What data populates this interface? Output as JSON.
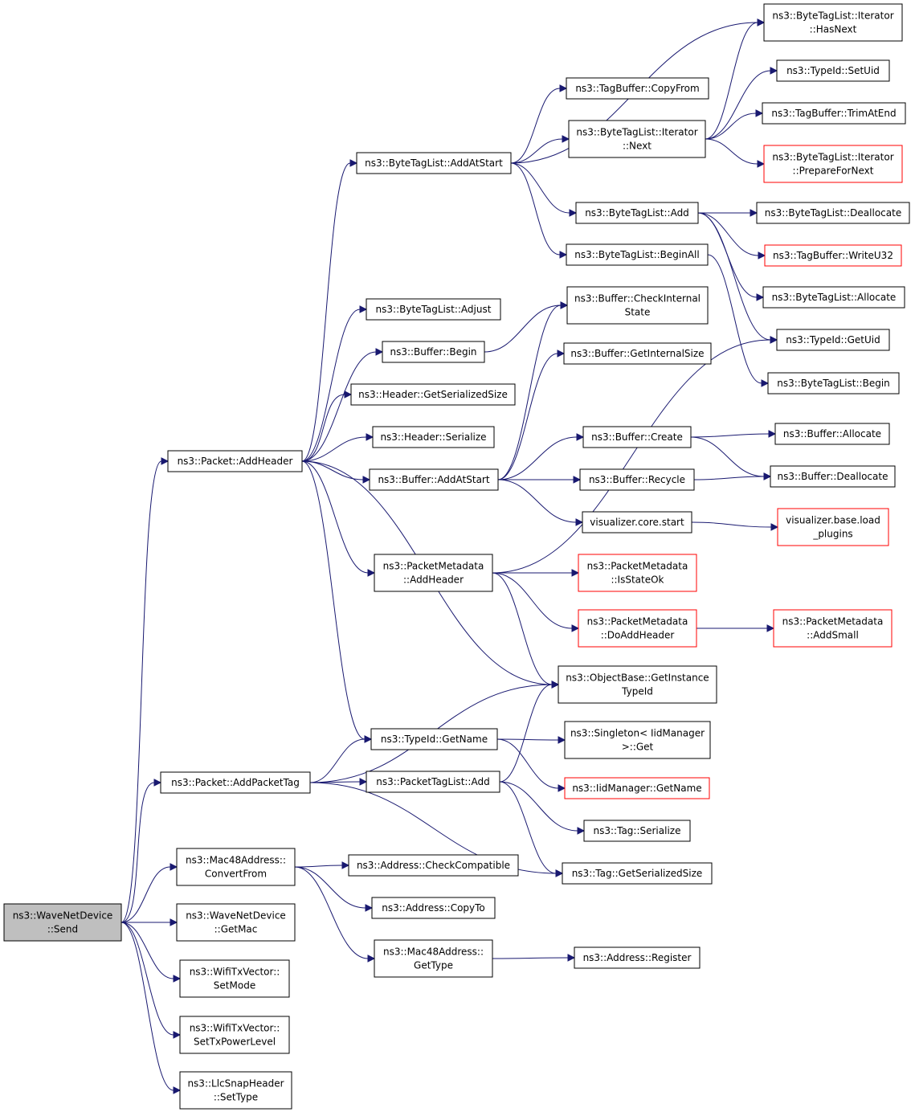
{
  "colors": {
    "edge": "#191970",
    "node_border": "#000000",
    "truncated_node_border": "#ff0000",
    "root_fill": "#bfbfbf"
  },
  "nodes": [
    {
      "id": "send",
      "lines": [
        "ns3::WaveNetDevice",
        "::Send"
      ],
      "style": "root"
    },
    {
      "id": "addheader",
      "lines": [
        "ns3::Packet::AddHeader"
      ],
      "style": "normal"
    },
    {
      "id": "addpackettag",
      "lines": [
        "ns3::Packet::AddPacketTag"
      ],
      "style": "normal"
    },
    {
      "id": "convertfrom",
      "lines": [
        "ns3::Mac48Address::",
        "ConvertFrom"
      ],
      "style": "normal"
    },
    {
      "id": "getmac",
      "lines": [
        "ns3::WaveNetDevice",
        "::GetMac"
      ],
      "style": "normal"
    },
    {
      "id": "setmode",
      "lines": [
        "ns3::WifiTxVector::",
        "SetMode"
      ],
      "style": "normal"
    },
    {
      "id": "settxpower",
      "lines": [
        "ns3::WifiTxVector::",
        "SetTxPowerLevel"
      ],
      "style": "normal"
    },
    {
      "id": "settype",
      "lines": [
        "ns3::LlcSnapHeader",
        "::SetType"
      ],
      "style": "normal"
    },
    {
      "id": "btl_addatstart",
      "lines": [
        "ns3::ByteTagList::AddAtStart"
      ],
      "style": "normal"
    },
    {
      "id": "btl_adjust",
      "lines": [
        "ns3::ByteTagList::Adjust"
      ],
      "style": "normal"
    },
    {
      "id": "buf_begin",
      "lines": [
        "ns3::Buffer::Begin"
      ],
      "style": "normal"
    },
    {
      "id": "hdr_getsize",
      "lines": [
        "ns3::Header::GetSerializedSize"
      ],
      "style": "normal"
    },
    {
      "id": "hdr_serialize",
      "lines": [
        "ns3::Header::Serialize"
      ],
      "style": "normal"
    },
    {
      "id": "buf_addatstart",
      "lines": [
        "ns3::Buffer::AddAtStart"
      ],
      "style": "normal"
    },
    {
      "id": "pm_addheader",
      "lines": [
        "ns3::PacketMetadata",
        "::AddHeader"
      ],
      "style": "normal"
    },
    {
      "id": "typeid_getname",
      "lines": [
        "ns3::TypeId::GetName"
      ],
      "style": "normal"
    },
    {
      "id": "ptl_add",
      "lines": [
        "ns3::PacketTagList::Add"
      ],
      "style": "normal"
    },
    {
      "id": "addr_checkcompat",
      "lines": [
        "ns3::Address::CheckCompatible"
      ],
      "style": "normal"
    },
    {
      "id": "addr_copyto",
      "lines": [
        "ns3::Address::CopyTo"
      ],
      "style": "normal"
    },
    {
      "id": "mac48_gettype",
      "lines": [
        "ns3::Mac48Address::",
        "GetType"
      ],
      "style": "normal"
    },
    {
      "id": "tb_copyfrom",
      "lines": [
        "ns3::TagBuffer::CopyFrom"
      ],
      "style": "normal"
    },
    {
      "id": "btli_next",
      "lines": [
        "ns3::ByteTagList::Iterator",
        "::Next"
      ],
      "style": "normal"
    },
    {
      "id": "btl_add",
      "lines": [
        "ns3::ByteTagList::Add"
      ],
      "style": "normal"
    },
    {
      "id": "btl_beginall",
      "lines": [
        "ns3::ByteTagList::BeginAll"
      ],
      "style": "normal"
    },
    {
      "id": "buf_checkinternal",
      "lines": [
        "ns3::Buffer::CheckInternal",
        "State"
      ],
      "style": "normal"
    },
    {
      "id": "buf_getinternalsize",
      "lines": [
        "ns3::Buffer::GetInternalSize"
      ],
      "style": "normal"
    },
    {
      "id": "buf_create",
      "lines": [
        "ns3::Buffer::Create"
      ],
      "style": "normal"
    },
    {
      "id": "buf_recycle",
      "lines": [
        "ns3::Buffer::Recycle"
      ],
      "style": "normal"
    },
    {
      "id": "viz_core_start",
      "lines": [
        "visualizer.core.start"
      ],
      "style": "normal"
    },
    {
      "id": "pm_isstateok",
      "lines": [
        "ns3::PacketMetadata",
        "::IsStateOk"
      ],
      "style": "red"
    },
    {
      "id": "pm_doaddheader",
      "lines": [
        "ns3::PacketMetadata",
        "::DoAddHeader"
      ],
      "style": "red"
    },
    {
      "id": "ob_getinstance",
      "lines": [
        "ns3::ObjectBase::GetInstance",
        "TypeId"
      ],
      "style": "normal"
    },
    {
      "id": "singleton_get",
      "lines": [
        "ns3::Singleton< IidManager",
        ">::Get"
      ],
      "style": "normal"
    },
    {
      "id": "iid_getname",
      "lines": [
        "ns3::IidManager::GetName"
      ],
      "style": "red"
    },
    {
      "id": "tag_serialize",
      "lines": [
        "ns3::Tag::Serialize"
      ],
      "style": "normal"
    },
    {
      "id": "tag_getsize",
      "lines": [
        "ns3::Tag::GetSerializedSize"
      ],
      "style": "normal"
    },
    {
      "id": "addr_register",
      "lines": [
        "ns3::Address::Register"
      ],
      "style": "normal"
    },
    {
      "id": "btli_hasnext",
      "lines": [
        "ns3::ByteTagList::Iterator",
        "::HasNext"
      ],
      "style": "normal"
    },
    {
      "id": "typeid_setuid",
      "lines": [
        "ns3::TypeId::SetUid"
      ],
      "style": "normal"
    },
    {
      "id": "tb_trimatend",
      "lines": [
        "ns3::TagBuffer::TrimAtEnd"
      ],
      "style": "normal"
    },
    {
      "id": "btli_preparefornext",
      "lines": [
        "ns3::ByteTagList::Iterator",
        "::PrepareForNext"
      ],
      "style": "red"
    },
    {
      "id": "btl_deallocate",
      "lines": [
        "ns3::ByteTagList::Deallocate"
      ],
      "style": "normal"
    },
    {
      "id": "tb_writeu32",
      "lines": [
        "ns3::TagBuffer::WriteU32"
      ],
      "style": "red"
    },
    {
      "id": "btl_allocate",
      "lines": [
        "ns3::ByteTagList::Allocate"
      ],
      "style": "normal"
    },
    {
      "id": "typeid_getuid",
      "lines": [
        "ns3::TypeId::GetUid"
      ],
      "style": "normal"
    },
    {
      "id": "btl_begin",
      "lines": [
        "ns3::ByteTagList::Begin"
      ],
      "style": "normal"
    },
    {
      "id": "buf_allocate",
      "lines": [
        "ns3::Buffer::Allocate"
      ],
      "style": "normal"
    },
    {
      "id": "buf_deallocate",
      "lines": [
        "ns3::Buffer::Deallocate"
      ],
      "style": "normal"
    },
    {
      "id": "viz_base_load",
      "lines": [
        "visualizer.base.load",
        "_plugins"
      ],
      "style": "red"
    },
    {
      "id": "pm_addsmall",
      "lines": [
        "ns3::PacketMetadata",
        "::AddSmall"
      ],
      "style": "red"
    }
  ],
  "edges": [
    [
      "send",
      "addheader"
    ],
    [
      "send",
      "addpackettag"
    ],
    [
      "send",
      "convertfrom"
    ],
    [
      "send",
      "getmac"
    ],
    [
      "send",
      "setmode"
    ],
    [
      "send",
      "settxpower"
    ],
    [
      "send",
      "settype"
    ],
    [
      "addheader",
      "btl_addatstart"
    ],
    [
      "addheader",
      "btl_adjust"
    ],
    [
      "addheader",
      "buf_begin"
    ],
    [
      "addheader",
      "hdr_getsize"
    ],
    [
      "addheader",
      "hdr_serialize"
    ],
    [
      "addheader",
      "buf_addatstart"
    ],
    [
      "addheader",
      "pm_addheader"
    ],
    [
      "addheader",
      "ob_getinstance"
    ],
    [
      "addheader",
      "typeid_getname"
    ],
    [
      "btl_addatstart",
      "btli_hasnext"
    ],
    [
      "btl_addatstart",
      "tb_copyfrom"
    ],
    [
      "btl_addatstart",
      "btli_next"
    ],
    [
      "btl_addatstart",
      "btl_add"
    ],
    [
      "btl_addatstart",
      "btl_beginall"
    ],
    [
      "btli_next",
      "btli_hasnext"
    ],
    [
      "btli_next",
      "typeid_setuid"
    ],
    [
      "btli_next",
      "tb_trimatend"
    ],
    [
      "btli_next",
      "btli_preparefornext"
    ],
    [
      "btl_add",
      "btl_deallocate"
    ],
    [
      "btl_add",
      "tb_writeu32"
    ],
    [
      "btl_add",
      "btl_allocate"
    ],
    [
      "btl_add",
      "typeid_getuid"
    ],
    [
      "btl_beginall",
      "btl_begin"
    ],
    [
      "buf_begin",
      "buf_checkinternal"
    ],
    [
      "buf_addatstart",
      "buf_checkinternal"
    ],
    [
      "buf_addatstart",
      "buf_getinternalsize"
    ],
    [
      "buf_addatstart",
      "buf_create"
    ],
    [
      "buf_addatstart",
      "buf_recycle"
    ],
    [
      "buf_addatstart",
      "viz_core_start"
    ],
    [
      "buf_create",
      "buf_allocate"
    ],
    [
      "buf_create",
      "buf_deallocate"
    ],
    [
      "buf_recycle",
      "buf_deallocate"
    ],
    [
      "viz_core_start",
      "viz_base_load"
    ],
    [
      "pm_addheader",
      "typeid_getuid"
    ],
    [
      "pm_addheader",
      "pm_isstateok"
    ],
    [
      "pm_addheader",
      "pm_doaddheader"
    ],
    [
      "pm_addheader",
      "ob_getinstance"
    ],
    [
      "pm_doaddheader",
      "pm_addsmall"
    ],
    [
      "addpackettag",
      "ob_getinstance"
    ],
    [
      "addpackettag",
      "typeid_getname"
    ],
    [
      "addpackettag",
      "ptl_add"
    ],
    [
      "addpackettag",
      "tag_getsize"
    ],
    [
      "typeid_getname",
      "singleton_get"
    ],
    [
      "typeid_getname",
      "iid_getname"
    ],
    [
      "ptl_add",
      "ob_getinstance"
    ],
    [
      "ptl_add",
      "tag_serialize"
    ],
    [
      "ptl_add",
      "tag_getsize"
    ],
    [
      "convertfrom",
      "addr_checkcompat"
    ],
    [
      "convertfrom",
      "addr_copyto"
    ],
    [
      "convertfrom",
      "mac48_gettype"
    ],
    [
      "mac48_gettype",
      "addr_register"
    ]
  ]
}
